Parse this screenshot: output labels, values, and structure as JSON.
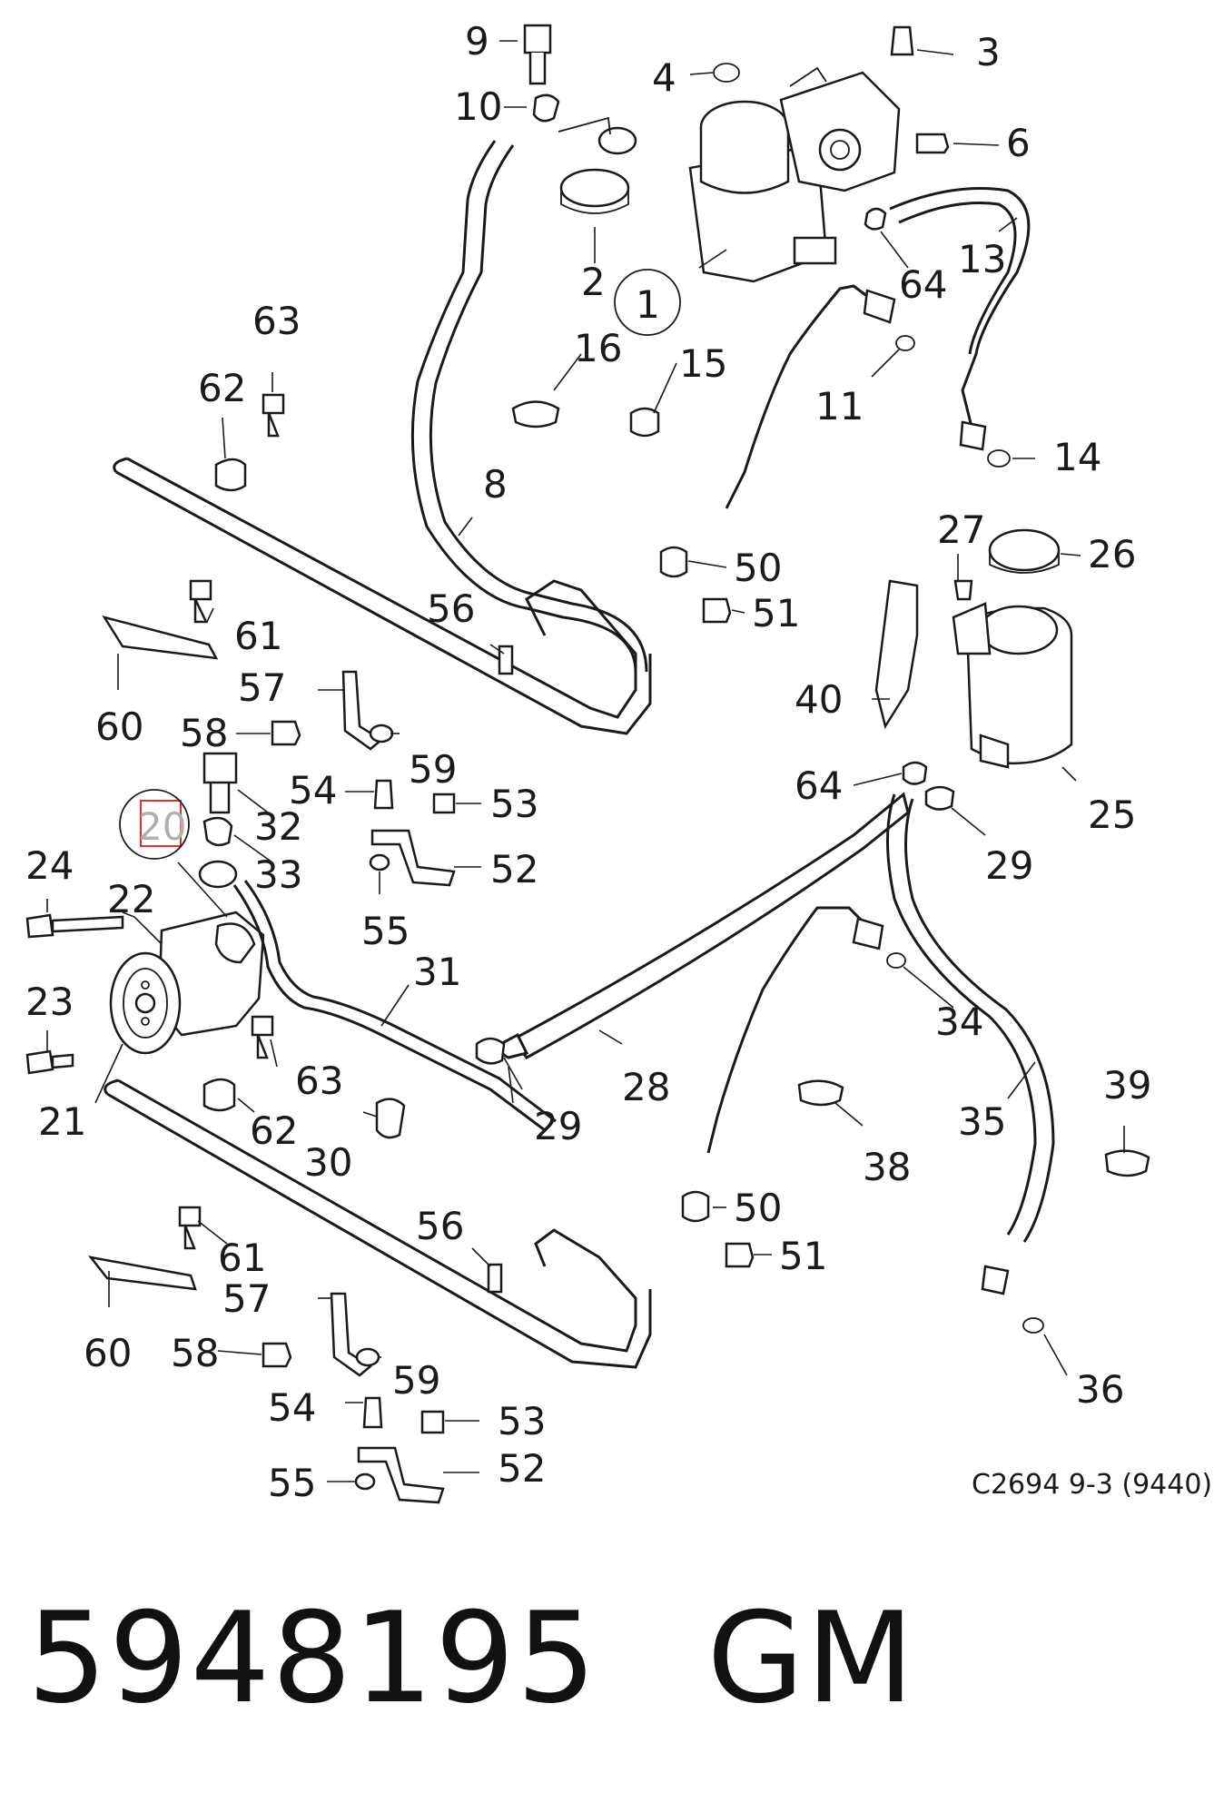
{
  "diagram": {
    "callouts": {
      "n1": "1",
      "n2": "2",
      "n3": "3",
      "n4": "4",
      "n6": "6",
      "n8": "8",
      "n9": "9",
      "n10": "10",
      "n11": "11",
      "n13": "13",
      "n14": "14",
      "n15": "15",
      "n16": "16",
      "n20": "20",
      "n21": "21",
      "n22": "22",
      "n23": "23",
      "n24": "24",
      "n25": "25",
      "n26": "26",
      "n27": "27",
      "n28": "28",
      "n29a": "29",
      "n29b": "29",
      "n30": "30",
      "n31": "31",
      "n32": "32",
      "n33": "33",
      "n34": "34",
      "n35": "35",
      "n36": "36",
      "n38": "38",
      "n39": "39",
      "n40": "40",
      "n50a": "50",
      "n51a": "51",
      "n50b": "50",
      "n51b": "51",
      "n52a": "52",
      "n53a": "53",
      "n54a": "54",
      "n55a": "55",
      "n52b": "52",
      "n53b": "53",
      "n54b": "54",
      "n55b": "55",
      "n56a": "56",
      "n57a": "57",
      "n58a": "58",
      "n59a": "59",
      "n60a": "60",
      "n61a": "61",
      "n62a": "62",
      "n63a": "63",
      "n56b": "56",
      "n57b": "57",
      "n58b": "58",
      "n59b": "59",
      "n60b": "60",
      "n61b": "61",
      "n62b": "62",
      "n63b": "63",
      "n64a": "64",
      "n64b": "64"
    },
    "reference": "C2694 9-3 (9440)",
    "highlight_color": "#e03030"
  },
  "footer": {
    "part_number": "5948195",
    "brand": "GM"
  }
}
